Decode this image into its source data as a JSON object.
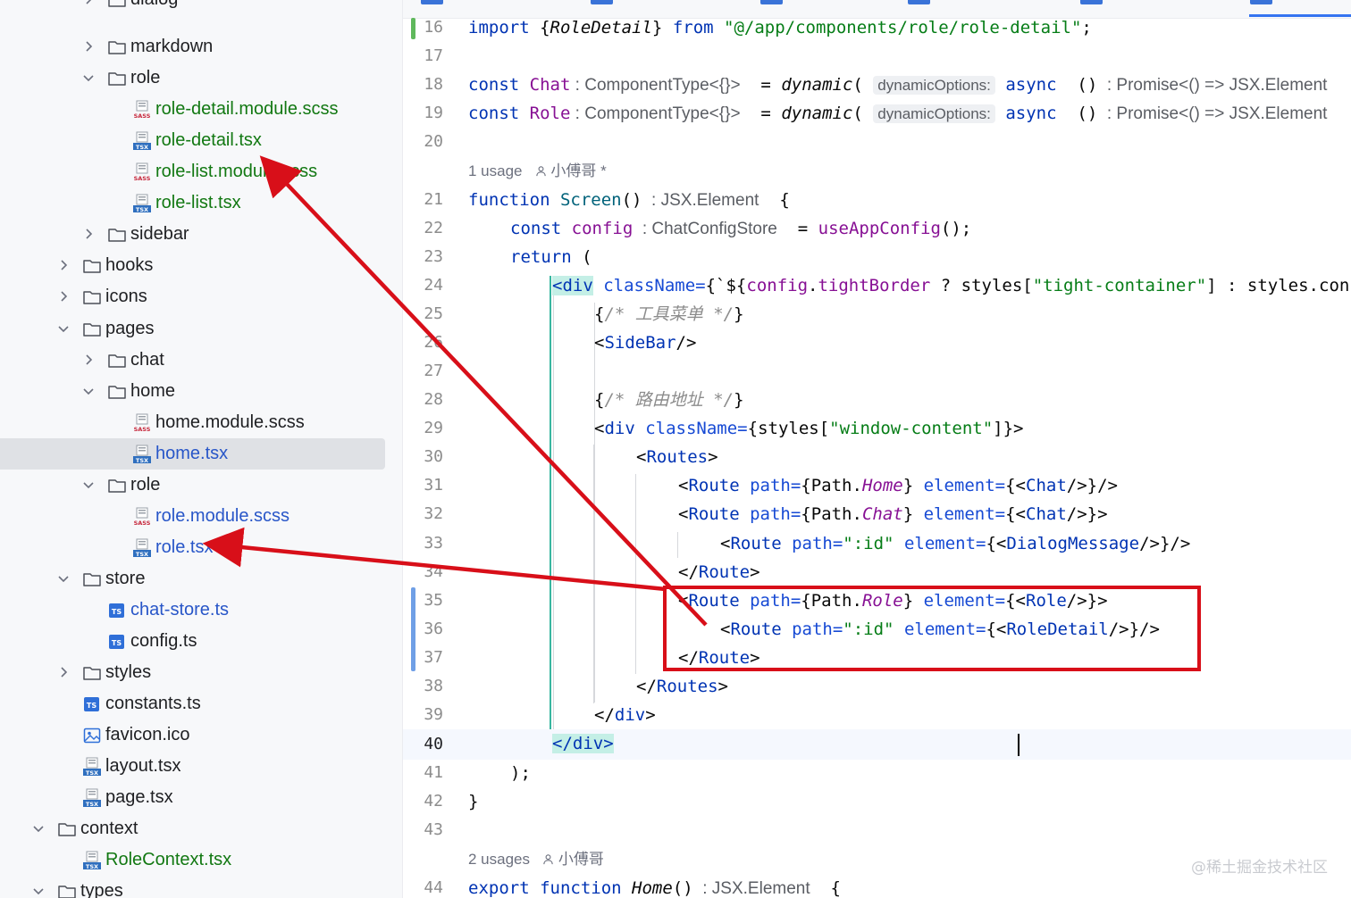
{
  "sidebar": {
    "items": [
      {
        "label": "dialog",
        "kind": "folder",
        "level": 2,
        "expanded": false,
        "color": "default"
      },
      {
        "label": "markdown",
        "kind": "folder",
        "level": 2,
        "expanded": false,
        "color": "default"
      },
      {
        "label": "role",
        "kind": "folder",
        "level": 2,
        "expanded": true,
        "color": "default"
      },
      {
        "label": "role-detail.module.scss",
        "kind": "sass",
        "level": 3,
        "color": "green"
      },
      {
        "label": "role-detail.tsx",
        "kind": "tsx",
        "level": 3,
        "color": "green"
      },
      {
        "label": "role-list.module.scss",
        "kind": "sass",
        "level": 3,
        "color": "green"
      },
      {
        "label": "role-list.tsx",
        "kind": "tsx",
        "level": 3,
        "color": "green"
      },
      {
        "label": "sidebar",
        "kind": "folder",
        "level": 2,
        "expanded": false,
        "color": "default"
      },
      {
        "label": "hooks",
        "kind": "folder",
        "level": 1,
        "expanded": false,
        "color": "default"
      },
      {
        "label": "icons",
        "kind": "folder",
        "level": 1,
        "expanded": false,
        "color": "default"
      },
      {
        "label": "pages",
        "kind": "folder",
        "level": 1,
        "expanded": true,
        "color": "default"
      },
      {
        "label": "chat",
        "kind": "folder",
        "level": 2,
        "expanded": false,
        "color": "default"
      },
      {
        "label": "home",
        "kind": "folder",
        "level": 2,
        "expanded": true,
        "color": "default"
      },
      {
        "label": "home.module.scss",
        "kind": "sass",
        "level": 3,
        "color": "default"
      },
      {
        "label": "home.tsx",
        "kind": "tsx",
        "level": 3,
        "color": "blue",
        "selected": true
      },
      {
        "label": "role",
        "kind": "folder",
        "level": 2,
        "expanded": true,
        "color": "default"
      },
      {
        "label": "role.module.scss",
        "kind": "sass",
        "level": 3,
        "color": "blue"
      },
      {
        "label": "role.tsx",
        "kind": "tsx",
        "level": 3,
        "color": "blue"
      },
      {
        "label": "store",
        "kind": "folder",
        "level": 1,
        "expanded": true,
        "color": "default"
      },
      {
        "label": "chat-store.ts",
        "kind": "ts",
        "level": 2,
        "color": "blue"
      },
      {
        "label": "config.ts",
        "kind": "ts",
        "level": 2,
        "color": "default"
      },
      {
        "label": "styles",
        "kind": "folder",
        "level": 1,
        "expanded": false,
        "color": "default"
      },
      {
        "label": "constants.ts",
        "kind": "ts",
        "level": 1,
        "color": "default"
      },
      {
        "label": "favicon.ico",
        "kind": "ico",
        "level": 1,
        "color": "default"
      },
      {
        "label": "layout.tsx",
        "kind": "tsx",
        "level": 1,
        "color": "default"
      },
      {
        "label": "page.tsx",
        "kind": "tsx",
        "level": 1,
        "color": "default"
      },
      {
        "label": "context",
        "kind": "folder",
        "level": 0,
        "expanded": true,
        "color": "default"
      },
      {
        "label": "RoleContext.tsx",
        "kind": "tsx",
        "level": 1,
        "color": "green"
      },
      {
        "label": "types",
        "kind": "folder",
        "level": 0,
        "expanded": true,
        "color": "default"
      }
    ],
    "icon_badges": {
      "sass": "SASS",
      "tsx": "TSX",
      "ts": "TS"
    }
  },
  "editor": {
    "line_numbers": [
      "16",
      "17",
      "18",
      "19",
      "20",
      "21",
      "22",
      "23",
      "24",
      "25",
      "26",
      "27",
      "28",
      "29",
      "30",
      "31",
      "32",
      "33",
      "34",
      "35",
      "36",
      "37",
      "38",
      "39",
      "40",
      "41",
      "42",
      "43",
      "44"
    ],
    "current_line": "40",
    "meta1": {
      "usages": "1 usage",
      "author": "小傅哥 *"
    },
    "meta2": {
      "usages": "2 usages",
      "author": "小傅哥"
    },
    "code": {
      "l16": [
        "import ",
        "{",
        "RoleDetail",
        "} ",
        "from ",
        "\"@/app/components/role/role-detail\"",
        ";"
      ],
      "l18": [
        "const ",
        "Chat",
        " : ComponentType<{}>",
        "  = ",
        "dynamic",
        "( ",
        "dynamicOptions:",
        " async",
        "  ()",
        "  : Promise<() => JSX.Element"
      ],
      "l19": [
        "const ",
        "Role",
        " : ComponentType<{}>",
        "  = ",
        "dynamic",
        "( ",
        "dynamicOptions:",
        " async",
        "  ()",
        "  : Promise<() => JSX.Element"
      ],
      "l21": [
        "function ",
        "Screen",
        "()",
        "  : JSX.Element",
        "  {"
      ],
      "l22": [
        "const ",
        "config",
        "  : ChatConfigStore",
        "  = ",
        "useAppConfig",
        "();"
      ],
      "l23": [
        "return ",
        "("
      ],
      "l24": [
        "<div",
        " className=",
        "{`${",
        "config",
        ".",
        "tightBorder",
        " ? styles[",
        "\"tight-container\"",
        "] : styles.con"
      ],
      "l25": [
        "{",
        "/* 工具菜单 */",
        "}"
      ],
      "l26": [
        "<",
        "SideBar",
        "/>"
      ],
      "l28": [
        "{",
        "/* 路由地址 */",
        "}"
      ],
      "l29": [
        "<",
        "div",
        " className=",
        "{styles[",
        "\"window-content\"",
        "]}>"
      ],
      "l30": [
        "<",
        "Routes",
        ">"
      ],
      "l31": [
        "<",
        "Route",
        " path=",
        "{Path.",
        "Home",
        "}",
        " element=",
        "{<",
        "Chat",
        "/>}/>"
      ],
      "l32": [
        "<",
        "Route",
        " path=",
        "{Path.",
        "Chat",
        "}",
        " element=",
        "{<",
        "Chat",
        "/>}>"
      ],
      "l33": [
        "<",
        "Route",
        " path=",
        "\":id\"",
        " element=",
        "{<",
        "DialogMessage",
        "/>}/>"
      ],
      "l34": [
        "</",
        "Route",
        ">"
      ],
      "l35": [
        "<",
        "Route",
        " path=",
        "{Path.",
        "Role",
        "}",
        " element=",
        "{<",
        "Role",
        "/>}>"
      ],
      "l36": [
        "<",
        "Route",
        " path=",
        "\":id\"",
        " element=",
        "{<",
        "RoleDetail",
        "/>}/>"
      ],
      "l37": [
        "</",
        "Route",
        ">"
      ],
      "l38": [
        "</",
        "Routes",
        ">"
      ],
      "l39": [
        "</",
        "div",
        ">"
      ],
      "l40": [
        "</div>"
      ],
      "l41": [
        ");"
      ],
      "l42": [
        "}"
      ],
      "l44": [
        "export ",
        "function ",
        "Home",
        "()",
        "  : JSX.Element",
        "  {"
      ]
    }
  },
  "watermark": "@稀土掘金技术社区",
  "colors": {
    "annotation_red": "#d80f19",
    "accent_blue": "#3574f0"
  }
}
